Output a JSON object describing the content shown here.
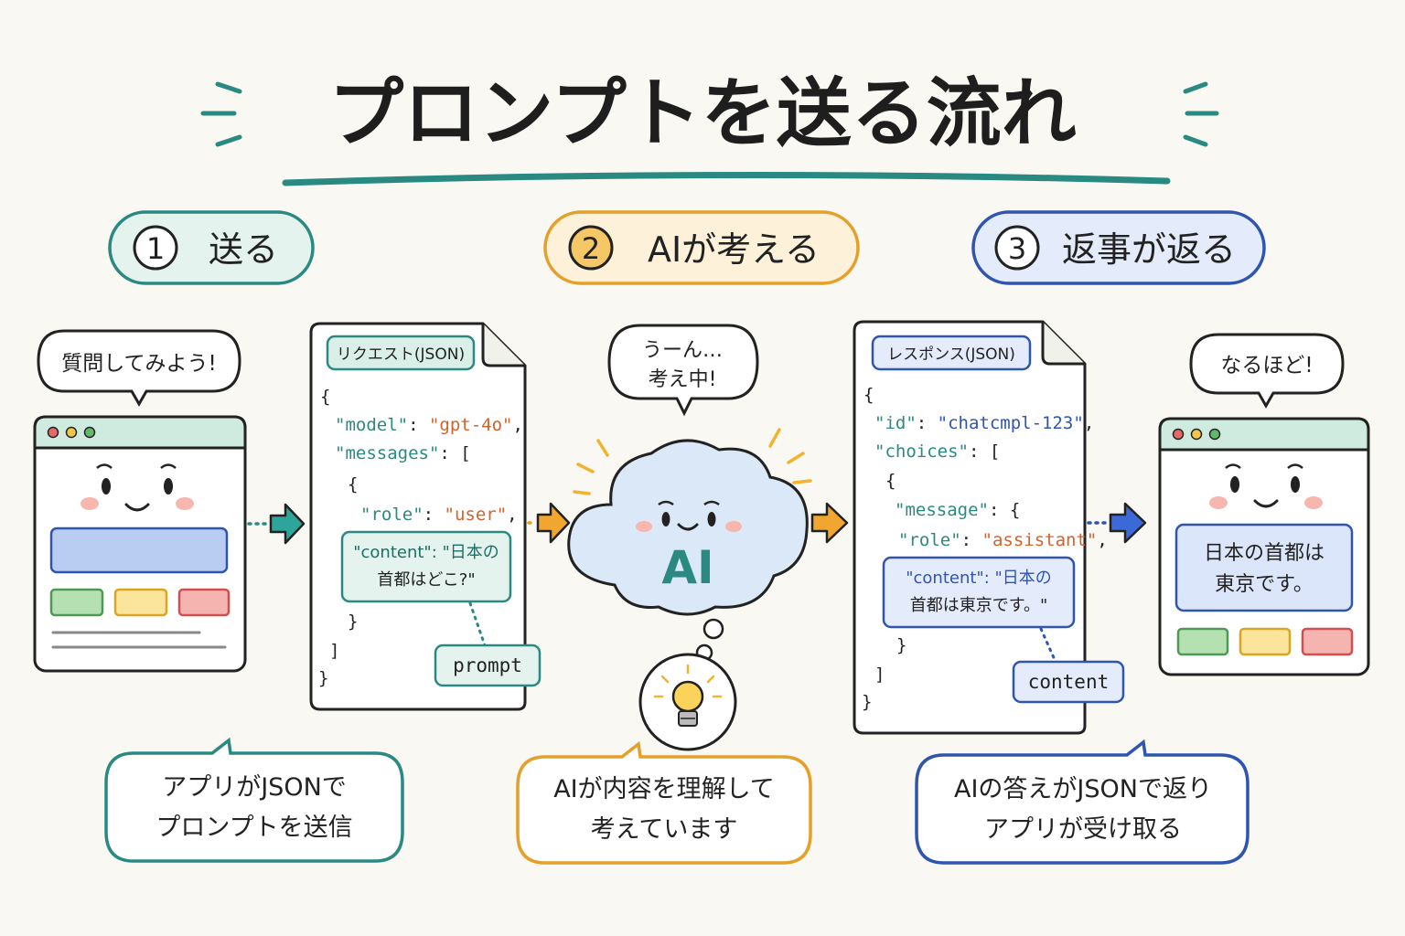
{
  "title": "プロンプトを送る流れ",
  "steps": [
    {
      "number": "1",
      "label": "送る",
      "color": "#2a8a82",
      "fill": "#e4f3ee"
    },
    {
      "number": "2",
      "label": "AIが考える",
      "color": "#e3a02a",
      "fill": "#fdf1da"
    },
    {
      "number": "3",
      "label": "返事が返る",
      "color": "#2f55b0",
      "fill": "#e4ebfb"
    }
  ],
  "left_app": {
    "speech": "質問してみよう!",
    "caption_lines": [
      "アプリがJSONで",
      "プロンプトを送信"
    ]
  },
  "request_doc": {
    "tag": "リクエスト(JSON)",
    "lines": [
      [
        "{",
        ""
      ],
      [
        "\"model\"",
        ": ",
        "\"gpt-4o\"",
        ","
      ],
      [
        "\"messages\"",
        ": ["
      ],
      [
        "{"
      ],
      [
        "\"role\"",
        ": ",
        "\"user\"",
        ","
      ],
      [
        "}"
      ],
      [
        "]"
      ],
      [
        "}"
      ]
    ],
    "content_box_lines": [
      "\"content\": \"日本の",
      "首都はどこ?\""
    ],
    "label": "prompt"
  },
  "ai": {
    "speech_lines": [
      "うーん…",
      "考え中!"
    ],
    "label": "AI",
    "caption_lines": [
      "AIが内容を理解して",
      "考えています"
    ]
  },
  "response_doc": {
    "tag": "レスポンス(JSON)",
    "lines": [
      [
        "{"
      ],
      [
        "\"id\"",
        ": ",
        "\"chatcmpl-123\"",
        ","
      ],
      [
        "\"choices\"",
        ": ["
      ],
      [
        "{"
      ],
      [
        "\"message\"",
        ": {"
      ],
      [
        "\"role\"",
        ": ",
        "\"assistant\"",
        ","
      ],
      [
        "}"
      ],
      [
        "]"
      ],
      [
        "}"
      ]
    ],
    "content_box_lines": [
      "\"content\": \"日本の",
      "首都は東京です。\""
    ],
    "label": "content"
  },
  "right_app": {
    "speech": "なるほど!",
    "answer_lines": [
      "日本の首都は",
      "東京です。"
    ],
    "caption_lines": [
      "AIの答えがJSONで返り",
      "アプリが受け取る"
    ]
  },
  "colors": {
    "teal": "#2a8a82",
    "orange": "#e3a02a",
    "blue": "#2f55b0",
    "key": "#2a8a82",
    "value": "#d4622a",
    "ink": "#222222"
  },
  "icons": [
    "sparkle-icon",
    "arrow-right-icon",
    "face-icon",
    "lightbulb-icon",
    "cloud-icon"
  ]
}
